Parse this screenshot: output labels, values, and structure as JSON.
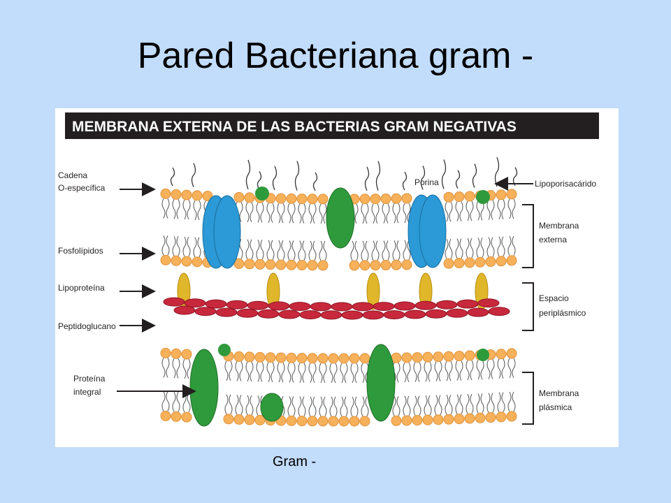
{
  "slide": {
    "title": "Pared Bacteriana gram -",
    "caption": "Gram -"
  },
  "figure": {
    "banner": "MEMBRANA EXTERNA DE LAS BACTERIAS GRAM NEGATIVAS",
    "left_labels": {
      "cadena_line1": "Cadena",
      "cadena_line2": "O-específica",
      "fosfolipidos": "Fosfolípidos",
      "lipoproteina": "Lipoproteína",
      "peptidoglucano": "Peptidoglucano",
      "proteina_line1": "Proteína",
      "proteina_line2": "integral"
    },
    "top_labels": {
      "porina": "Porina",
      "lipopolisacarido": "Lipoporisacárido"
    },
    "right_labels": {
      "membrana_externa_line1": "Membrana",
      "membrana_externa_line2": "externa",
      "espacio_line1": "Espacio",
      "espacio_line2": "periplásmico",
      "membrana_plasmica_line1": "Membrana",
      "membrana_plasmica_line2": "plásmica"
    },
    "colors": {
      "banner_bg": "#231f20",
      "lipid_head": "#f7b15a",
      "lipid_head_edge": "#e0923a",
      "porin": "#2b9ad6",
      "integral_protein": "#2f9a3c",
      "lipoprotein": "#e0b62a",
      "peptidoglycan": "#c8283c",
      "slide_bg": "#c2dcfb"
    }
  }
}
